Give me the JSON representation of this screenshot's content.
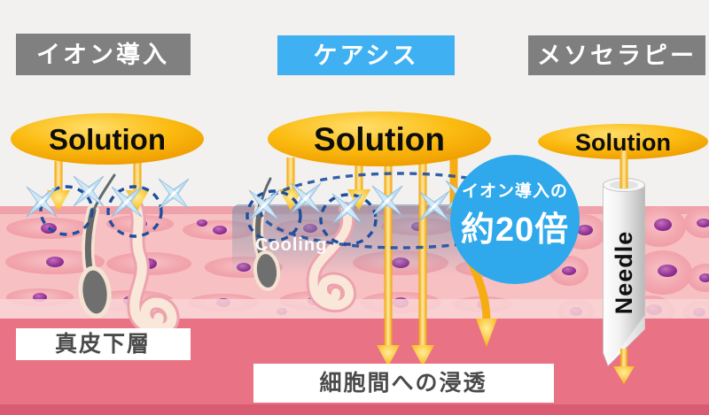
{
  "methods": [
    {
      "label": "イオン導入",
      "bg": "#808080"
    },
    {
      "label": "ケアシス",
      "bg": "#3FB1F2"
    },
    {
      "label": "メソセラピー",
      "bg": "#7F7F7F"
    }
  ],
  "solution_labels": [
    "Solution",
    "Solution",
    "Solution"
  ],
  "badge": {
    "line1": "イオン導入の",
    "line2": "約20倍",
    "color": "#2FA9EC"
  },
  "cooling_label": "Cooling",
  "needle_label": "Needle",
  "dermis_label": "真皮下層",
  "penetration_label": "細胞間への浸透",
  "colors": {
    "gold": "#F5A800",
    "skin_light": "#F7C0C3",
    "skin_surface": "#EFA2A9",
    "dermis_band": "#E97285",
    "dashed_circle": "#1E4F9E",
    "header_gray": "#808080",
    "header_blue": "#3FB1F2",
    "badge_blue": "#2FA9EC"
  }
}
